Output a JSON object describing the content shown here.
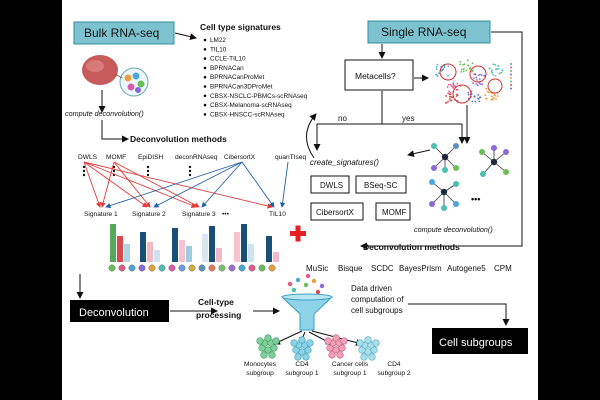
{
  "bulk": {
    "title": "Bulk RNA-seq",
    "signatures_title": "Cell type signatures",
    "signatures": [
      "LM22",
      "TIL10",
      "CCLE-TIL10",
      "BPRNACan",
      "BPRNACanProMet",
      "BPRNACan3DProMet",
      "CBSX-NSCLC-PBMCs-scRNAseq",
      "CBSX-Melanoma-scRNAseq",
      "CBSX-HNSCC-scRNAseq"
    ],
    "compute": "compute deconvolution()",
    "methods_title": "Deconvolution methods",
    "methods": [
      "DWLS",
      "MOMF",
      "EpiDISH",
      "deconRNAseq",
      "CibersortX",
      "quanTIseq"
    ],
    "outputs": [
      "Signature 1",
      "Signature 2",
      "Signature 3",
      "•••",
      "TIL10"
    ]
  },
  "single": {
    "title": "Single RNA-seq",
    "metacells": "Metacells?",
    "no": "no",
    "yes": "yes",
    "create": "create_signatures()",
    "tools": [
      "DWLS",
      "BSeq-SC",
      "CibersortX",
      "MOMF"
    ],
    "compute": "compute deconvolution()",
    "methods_title": "Deconvolution methods",
    "methods": [
      "MuSic",
      "Bisque",
      "SCDC",
      "BayesPrism",
      "Autogene5",
      "CPM"
    ],
    "more": "•••"
  },
  "bottom": {
    "deconvolution": "Deconvolution",
    "processing_line1": "Cell-type",
    "processing_line2": "processing",
    "data_driven": [
      "Data driven",
      "computation of",
      "cell subgroups"
    ],
    "cell_subgroups": "Cell subgroups",
    "subgroups": [
      {
        "l1": "Monocytes",
        "l2": "subgroup"
      },
      {
        "l1": "CD4",
        "l2": "subgroup 1"
      },
      {
        "l1": "Cancer cells",
        "l2": "subgroup 1"
      },
      {
        "l1": "CD4",
        "l2": "subgroup 2"
      }
    ]
  },
  "colors": {
    "header": "#7dc3cf",
    "header_border": "#2f8e9e",
    "red": "#e23a3a",
    "blue": "#1f5fa8",
    "plus": "#e62020",
    "black_box": "#000000"
  }
}
